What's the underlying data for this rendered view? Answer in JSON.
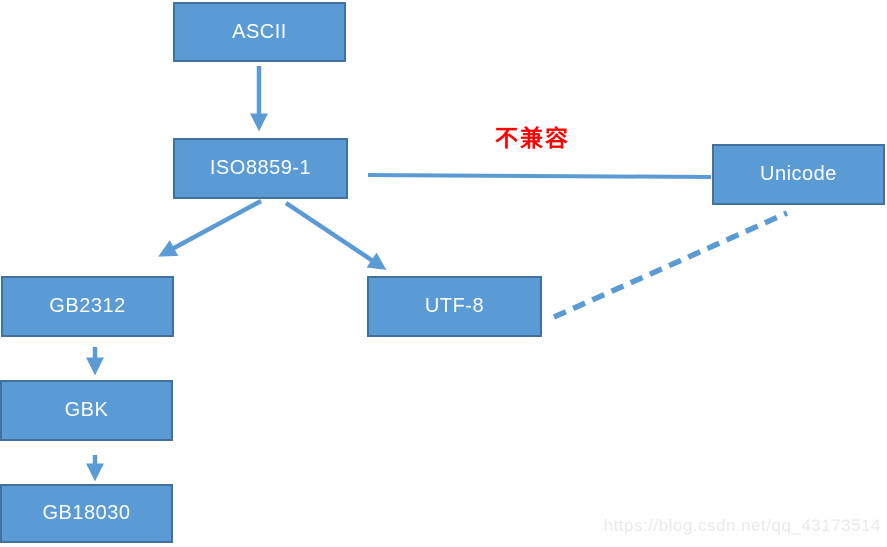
{
  "diagram": {
    "title_context": "character-encoding-evolution-flowchart",
    "nodes": [
      {
        "id": "ascii",
        "label": "ASCII"
      },
      {
        "id": "iso8859-1",
        "label": "ISO8859-1"
      },
      {
        "id": "unicode",
        "label": "Unicode"
      },
      {
        "id": "utf-8",
        "label": "UTF-8"
      },
      {
        "id": "gb2312",
        "label": "GB2312"
      },
      {
        "id": "gbk",
        "label": "GBK"
      },
      {
        "id": "gb18030",
        "label": "GB18030"
      }
    ],
    "edges": [
      {
        "from": "ASCII",
        "to": "ISO8859-1",
        "style": "solid-arrow"
      },
      {
        "from": "ISO8859-1",
        "to": "Unicode",
        "style": "solid-line",
        "label": "不兼容"
      },
      {
        "from": "ISO8859-1",
        "to": "GB2312",
        "style": "solid-arrow"
      },
      {
        "from": "ISO8859-1",
        "to": "UTF-8",
        "style": "solid-arrow"
      },
      {
        "from": "GB2312",
        "to": "GBK",
        "style": "solid-arrow"
      },
      {
        "from": "GBK",
        "to": "GB18030",
        "style": "solid-arrow"
      },
      {
        "from": "UTF-8",
        "to": "Unicode",
        "style": "dashed-line"
      }
    ],
    "incompatible_label": "不兼容",
    "colors": {
      "node_fill": "#5B9BD5",
      "node_border": "#41719C",
      "connector": "#5B9BD5",
      "incompatible_text": "#FF0000",
      "node_text": "#FFFFFF",
      "watermark_text": "#E9E9E9"
    }
  },
  "watermark": {
    "text": "https://blog.csdn.net/qq_43173514"
  }
}
